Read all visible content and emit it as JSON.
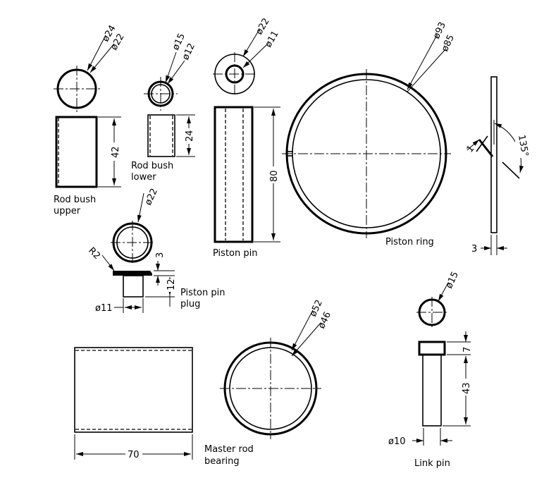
{
  "rod_bush_upper": {
    "label_1": "Rod bush",
    "label_2": "upper",
    "dia_outer": "ø24",
    "dia_inner": "ø22",
    "length": "42"
  },
  "rod_bush_lower": {
    "label_1": "Rod bush",
    "label_2": "lower",
    "dia_outer": "ø15",
    "dia_inner": "ø12",
    "length": "24"
  },
  "piston_pin": {
    "label": "Piston pin",
    "dia_outer": "ø22",
    "dia_inner": "ø11",
    "length": "80"
  },
  "piston_ring": {
    "label": "Piston ring",
    "dia_outer": "ø93",
    "dia_inner": "ø85",
    "gap": "1",
    "angle": "135°",
    "thickness": "3"
  },
  "piston_pin_plug": {
    "label_1": "Piston pin",
    "label_2": "plug",
    "dia": "ø22",
    "radius": "R2",
    "flange": "3",
    "length": "12",
    "shank_dia": "ø11"
  },
  "master_rod_bearing": {
    "label_1": "Master rod",
    "label_2": "bearing",
    "dia_outer": "ø52",
    "dia_inner": "ø46",
    "length": "70"
  },
  "link_pin": {
    "label": "Link pin",
    "dia": "ø15",
    "head": "7",
    "length": "43",
    "shank_dia": "ø10"
  }
}
